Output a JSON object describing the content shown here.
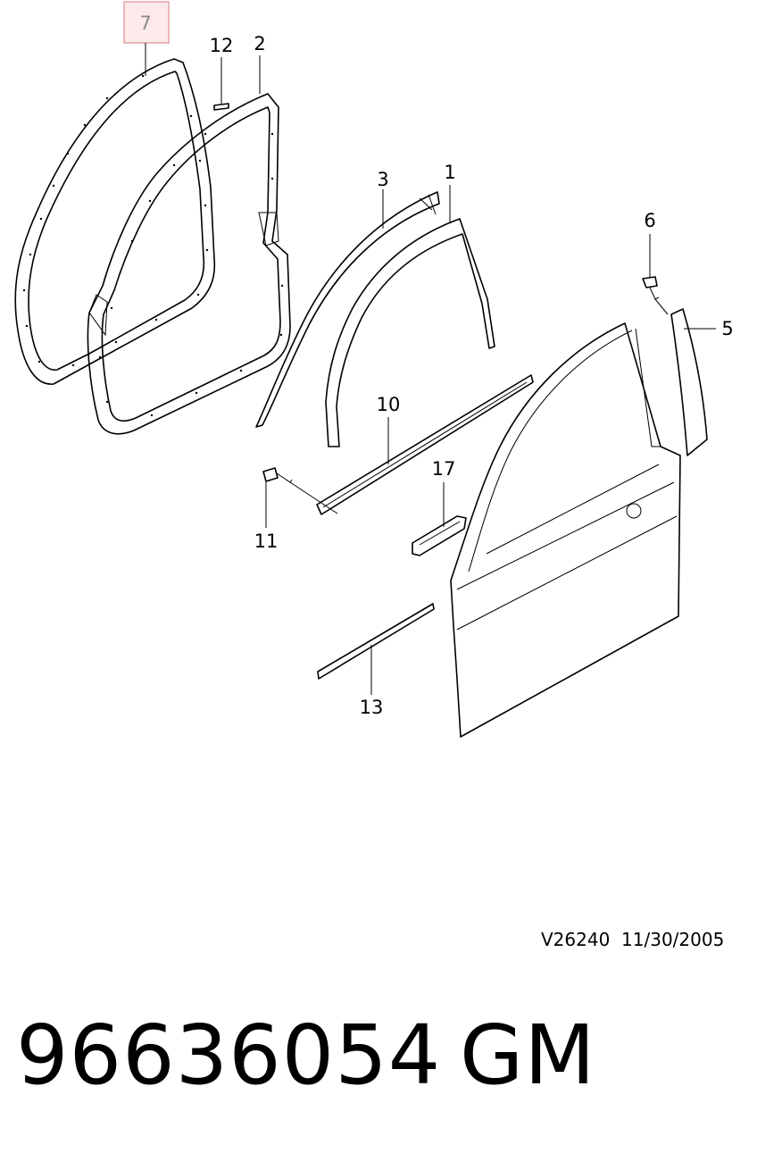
{
  "diagram": {
    "callouts": [
      {
        "id": "7",
        "label": "7",
        "highlighted": true
      },
      {
        "id": "12",
        "label": "12"
      },
      {
        "id": "2",
        "label": "2"
      },
      {
        "id": "3",
        "label": "3"
      },
      {
        "id": "1",
        "label": "1"
      },
      {
        "id": "6",
        "label": "6"
      },
      {
        "id": "5",
        "label": "5"
      },
      {
        "id": "10",
        "label": "10"
      },
      {
        "id": "17",
        "label": "17"
      },
      {
        "id": "11",
        "label": "11"
      },
      {
        "id": "13",
        "label": "13"
      }
    ],
    "highlight_border_color": "#e2a3a8",
    "highlight_fill_color": "#fde9ea"
  },
  "footer": {
    "reference_code": "V26240",
    "reference_date": "11/30/2005",
    "part_number": "96636054",
    "brand": "GM"
  }
}
